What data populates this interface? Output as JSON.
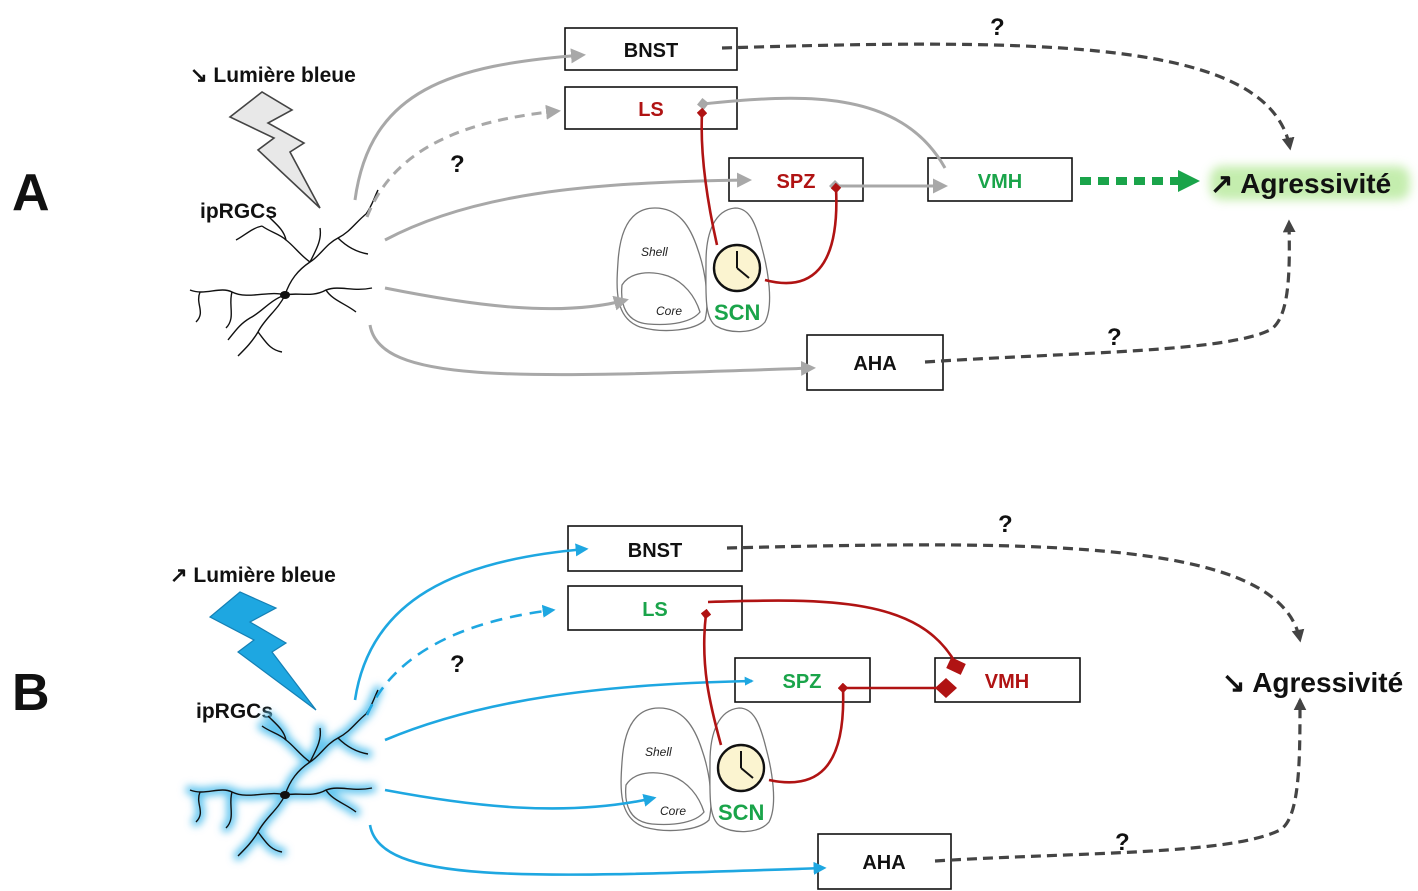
{
  "panels": [
    {
      "letter": "A",
      "light_label": "↘ Lumière bleue",
      "cell_label": "ipRGCs",
      "boxes": {
        "bnst": "BNST",
        "ls": "LS",
        "spz": "SPZ",
        "vmh": "VMH",
        "aha": "AHA"
      },
      "nucleus": {
        "shell": "Shell",
        "core": "Core",
        "scn": "SCN"
      },
      "question_marks": [
        "?",
        "?",
        "?"
      ],
      "outcome": "↗ Agressivité"
    },
    {
      "letter": "B",
      "light_label": "↗ Lumière bleue",
      "cell_label": "ipRGCs",
      "boxes": {
        "bnst": "BNST",
        "ls": "LS",
        "spz": "SPZ",
        "vmh": "VMH",
        "aha": "AHA"
      },
      "nucleus": {
        "shell": "Shell",
        "core": "Core",
        "scn": "SCN"
      },
      "question_marks": [
        "?",
        "?",
        "?"
      ],
      "outcome": "↘ Agressivité"
    }
  ],
  "colors": {
    "inhibitory_red": "#b01313",
    "active_green": "#1aa44a",
    "light_blue": "#1ea7e1",
    "inactive_gray": "#a8a8a8"
  }
}
